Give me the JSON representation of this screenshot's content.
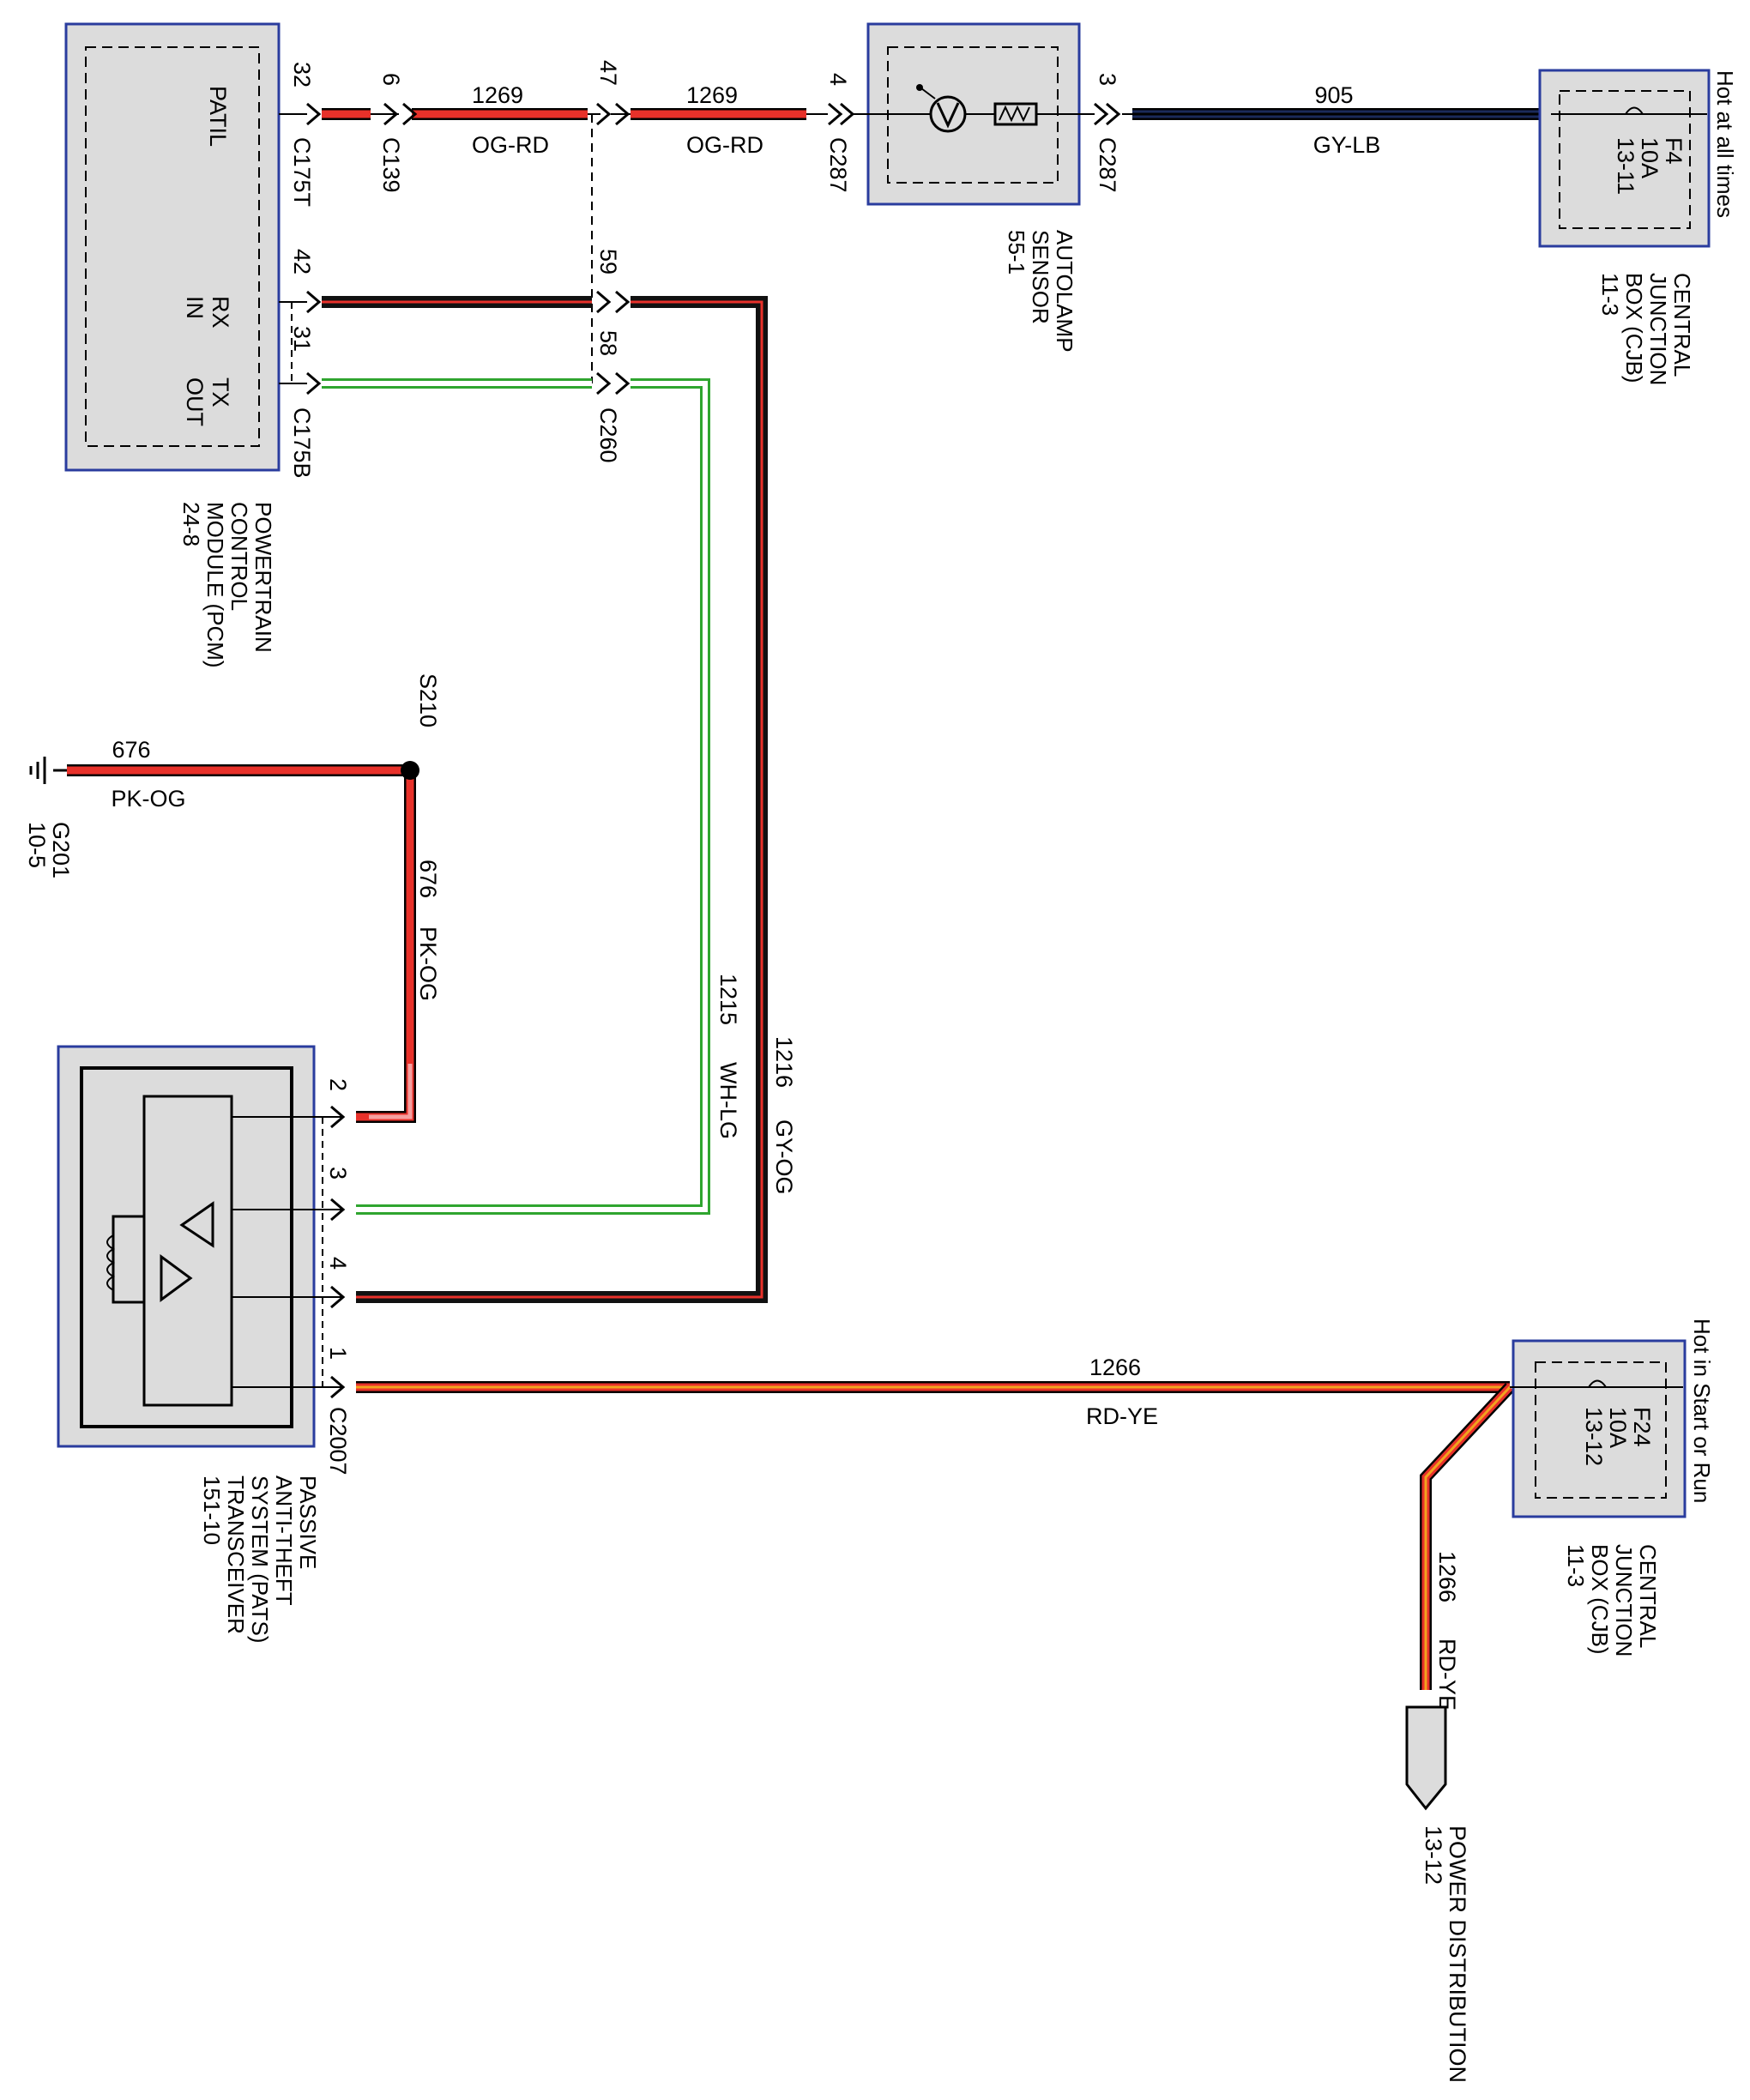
{
  "colors": {
    "box_border": "#2a3c9e",
    "box_fill": "#dcdcdc",
    "wire_red": "#e8312a",
    "wire_black": "#111111",
    "wire_green": "#2fa52f",
    "wire_orange": "#f2a31e",
    "wire_pink": "#f4a0a0"
  },
  "pcm": {
    "name_lines": [
      "POWERTRAIN",
      "CONTROL",
      "MODULE (PCM)",
      "24-8"
    ],
    "pin_patil": "PATIL",
    "pin_rx": [
      "RX",
      "IN"
    ],
    "pin_tx": [
      "TX",
      "OUT"
    ],
    "conn_top": "C175T",
    "conn_bottom": "C175B",
    "pin_32": "32",
    "pin_42": "42",
    "pin_31": "31"
  },
  "c139": {
    "name": "C139",
    "pin": "6"
  },
  "c260": {
    "name": "C260",
    "pin_47": "47",
    "pin_59": "59",
    "pin_58": "58"
  },
  "c287": {
    "name_left": "C287",
    "name_right": "C287",
    "pin_4": "4",
    "pin_3": "3"
  },
  "autolamp": {
    "name_lines": [
      "AUTOLAMP",
      "SENSOR",
      "55-1"
    ]
  },
  "cjb_top": {
    "name_lines": [
      "CENTRAL",
      "JUNCTION",
      "BOX (CJB)",
      "11-3"
    ],
    "fuse_lines": [
      "F4",
      "10A",
      "13-11"
    ],
    "hot_label": "Hot at all times"
  },
  "cjb_bottom": {
    "name_lines": [
      "CENTRAL",
      "JUNCTION",
      "BOX (CJB)",
      "11-3"
    ],
    "fuse_lines": [
      "F24",
      "10A",
      "13-12"
    ],
    "hot_label": "Hot in Start or Run"
  },
  "wires": {
    "w1269_a": {
      "num": "1269",
      "color": "OG-RD"
    },
    "w1269_b": {
      "num": "1269",
      "color": "OG-RD"
    },
    "w905": {
      "num": "905",
      "color": "GY-LB"
    },
    "w676_h": {
      "num": "676",
      "color": "PK-OG"
    },
    "w676_v": {
      "num": "676",
      "color": "PK-OG"
    },
    "w1215": {
      "num": "1215",
      "color": "WH-LG"
    },
    "w1216": {
      "num": "1216",
      "color": "GY-OG"
    },
    "w1266_h": {
      "num": "1266",
      "color": "RD-YE"
    },
    "w1266_v": {
      "num": "1266",
      "color": "RD-YE"
    }
  },
  "ground": {
    "name": "G201",
    "page": "10-5"
  },
  "splice": {
    "name": "S210"
  },
  "pats": {
    "name_lines": [
      "PASSIVE",
      "ANTI-THEFT",
      "SYSTEM (PATS)",
      "TRANSCEIVER",
      "151-10"
    ],
    "conn": "C2007",
    "pin_2": "2",
    "pin_3": "3",
    "pin_4": "4",
    "pin_1": "1"
  },
  "power_dist": {
    "name": "POWER DISTRIBUTION",
    "page": "13-12"
  }
}
